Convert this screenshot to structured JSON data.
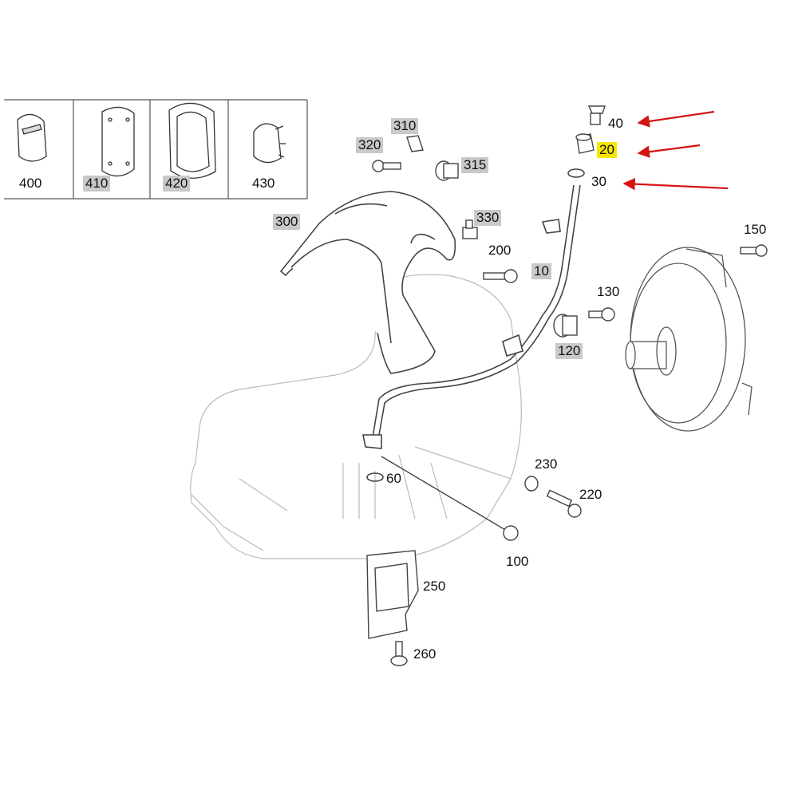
{
  "colors": {
    "line": "#444444",
    "label_highlight_gray": "#c9c9c9",
    "label_highlight_yellow": "#f7e600",
    "arrow": "#d61414"
  },
  "insets": {
    "i400": "400",
    "i410": "410",
    "i420": "420",
    "i430": "430"
  },
  "labels": {
    "p10": "10",
    "p20": "20",
    "p30": "30",
    "p40": "40",
    "p60": "60",
    "p100": "100",
    "p120": "120",
    "p130": "130",
    "p150": "150",
    "p200": "200",
    "p220": "220",
    "p230": "230",
    "p250": "250",
    "p260": "260",
    "p300": "300",
    "p310": "310",
    "p315": "315",
    "p320": "320",
    "p330": "330"
  }
}
